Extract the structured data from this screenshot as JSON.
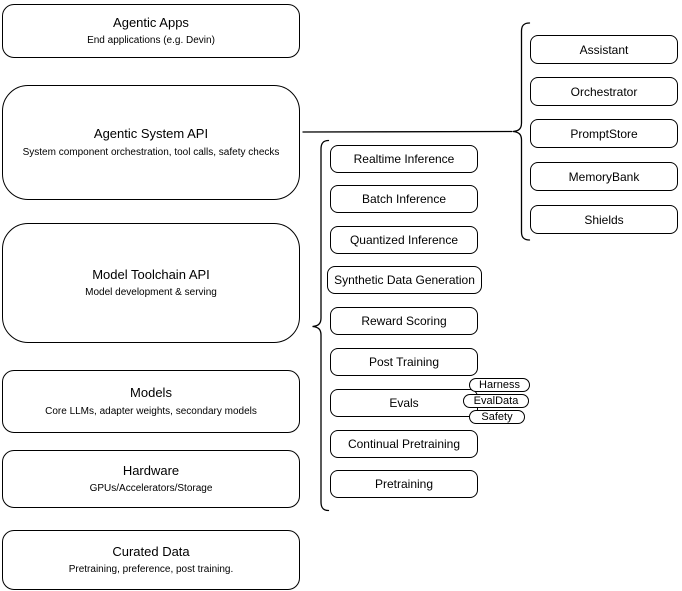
{
  "diagram": {
    "left_stack": [
      {
        "title": "Agentic Apps",
        "subtitle": "End applications (e.g. Devin)"
      },
      {
        "title": "Agentic System API",
        "subtitle": "System component orchestration, tool calls, safety checks"
      },
      {
        "title": "Model Toolchain API",
        "subtitle": "Model development & serving"
      },
      {
        "title": "Models",
        "subtitle": "Core LLMs, adapter weights, secondary models"
      },
      {
        "title": "Hardware",
        "subtitle": "GPUs/Accelerators/Storage"
      },
      {
        "title": "Curated Data",
        "subtitle": "Pretraining, preference, post training."
      }
    ],
    "toolchain_items": [
      "Realtime Inference",
      "Batch Inference",
      "Quantized Inference",
      "Synthetic Data Generation",
      "Reward Scoring",
      "Post Training",
      "Evals",
      "Continual Pretraining",
      "Pretraining"
    ],
    "evals_tags": [
      "Harness",
      "EvalData",
      "Safety"
    ],
    "system_components": [
      "Assistant",
      "Orchestrator",
      "PromptStore",
      "MemoryBank",
      "Shields"
    ],
    "colors": {
      "stroke": "#000000",
      "background": "#ffffff",
      "box_fill": "#ffffff"
    }
  }
}
